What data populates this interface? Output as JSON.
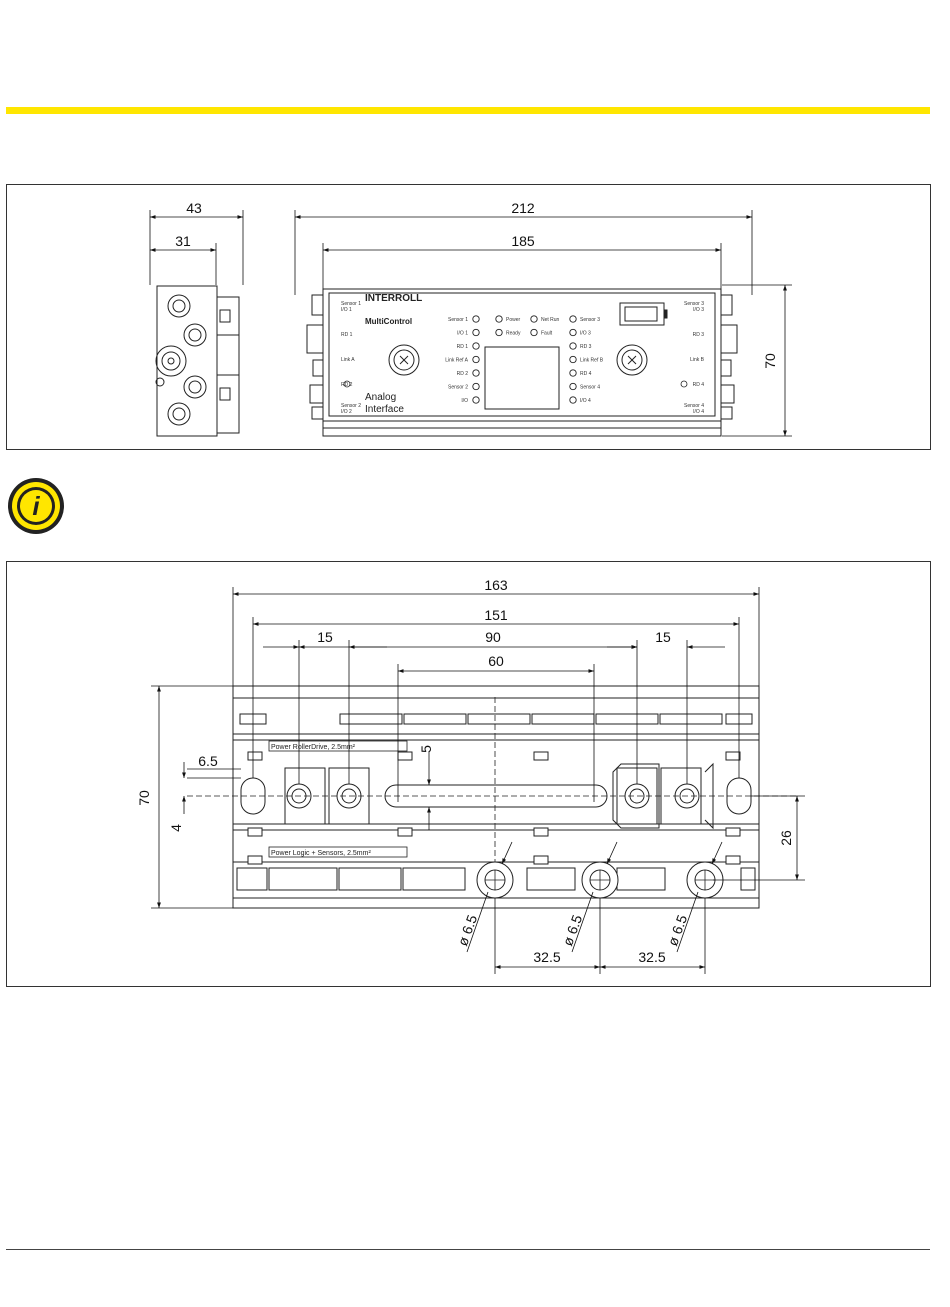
{
  "side_view": {
    "dims": {
      "depth_total": "43",
      "depth_body": "31"
    }
  },
  "front_view": {
    "dims": {
      "width_total": "212",
      "width_body": "185",
      "height": "70"
    },
    "brand": "INTERROLL",
    "product": "MultiControl",
    "variant_line1": "Analog",
    "variant_line2": "Interface",
    "left_labels": [
      "Sensor 1",
      "I/O 1",
      "RD 1",
      "Link A",
      "RD 2",
      "Sensor 2",
      "I/O 2"
    ],
    "right_labels": [
      "Sensor 3",
      "I/O 3",
      "RD 3",
      "Link B",
      "RD 4",
      "Sensor 4",
      "I/O 4"
    ],
    "led_col1": [
      "Sensor 1",
      "I/O 1",
      "RD 1",
      "Link Ref A",
      "RD 2",
      "Sensor 2",
      "I/O"
    ],
    "led_col2": [
      "Power",
      "Ready"
    ],
    "led_col3": [
      "Net Run",
      "Fault"
    ],
    "led_col4": [
      "Sensor 3",
      "I/O 3",
      "RD 3",
      "Link Ref B",
      "RD 4",
      "Sensor 4",
      "I/O 4"
    ]
  },
  "info_icon": {
    "name": "info-icon",
    "glyph": "i",
    "color": "#ffe600"
  },
  "mount_view": {
    "dims": {
      "w163": "163",
      "w151": "151",
      "w15a": "15",
      "w90": "90",
      "w15b": "15",
      "w60": "60",
      "h70": "70",
      "d6_5": "6.5",
      "d4": "4",
      "d5": "5",
      "h26": "26",
      "dia1": "ø 6.5",
      "dia2": "ø 6.5",
      "dia3": "ø 6.5",
      "pitch1": "32.5",
      "pitch2": "32.5"
    },
    "label_power": "Power RollerDrive, 2.5mm²",
    "label_logic": "Power Logic + Sensors, 2.5mm²"
  },
  "colors": {
    "accent_yellow": "#ffe600",
    "line": "#222222"
  }
}
